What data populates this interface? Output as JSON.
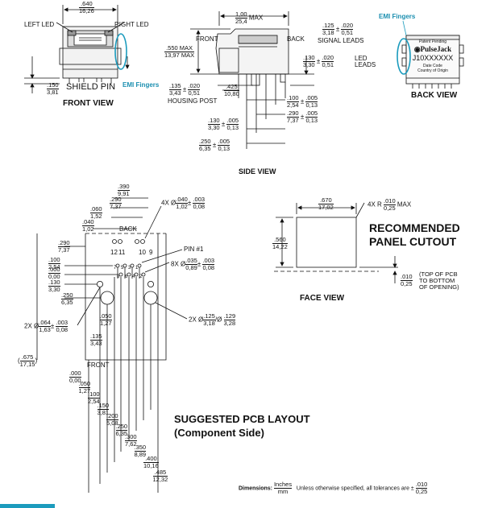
{
  "front_view": {
    "title": "FRONT VIEW",
    "left_led": "LEFT LED",
    "right_led": "RIGHT LED",
    "width_in": ".640",
    "width_mm": "16,26",
    "shield_in": ".150",
    "shield_mm": "3,81",
    "shield_pin": "SHIELD PIN",
    "emi": "EMI Fingers"
  },
  "side_view": {
    "title": "SIDE VIEW",
    "max_in": "1,00",
    "max_mm": "25,4",
    "max_word": "MAX",
    "front": "FRONT",
    "back": "BACK",
    "height_in": ".550 MAX",
    "height_mm": "13,97 MAX",
    "sig_in": ".125",
    "sig_mm": "3,18",
    "sig_tol_in": ".020",
    "sig_tol_mm": "0,51",
    "sig_label": "SIGNAL LEADS",
    "led_in": ".130",
    "led_mm": "3,30",
    "led_tol_in": ".020",
    "led_tol_mm": "0,51",
    "led_label1": "LED",
    "led_label2": "LEADS",
    "housing_in": ".135",
    "housing_mm": "3,43",
    "housing_tol_in": ".020",
    "housing_tol_mm": "0,51",
    "housing_label": "HOUSING POST",
    "d425_in": ".425",
    "d425_mm": "10,80",
    "d100_in": ".100",
    "d100_mm": "2,54",
    "d100_tol_in": ".005",
    "d100_tol_mm": "0,13",
    "d290_in": ".290",
    "d290_mm": "7,37",
    "d290_tol_in": ".005",
    "d290_tol_mm": "0,13",
    "d130_in": ".130",
    "d130_mm": "3,30",
    "d130_tol_in": ".005",
    "d130_tol_mm": "0,13",
    "d250_in": ".250",
    "d250_mm": "6,35",
    "d250_tol_in": ".005",
    "d250_tol_mm": "0,13"
  },
  "back_view": {
    "title": "BACK VIEW",
    "emi": "EMI Fingers",
    "patent": "Patent Pending",
    "brand": "PulseJack",
    "model": "J10XXXXXX",
    "date": "Date Code",
    "country": "Country of Origin"
  },
  "pcb": {
    "title1": "SUGGESTED PCB LAYOUT",
    "title2": "(Component Side)",
    "back": "BACK",
    "front": "FRONT",
    "pin1": "PIN #1",
    "d390_in": ".390",
    "d390_mm": "9,91",
    "d290_in": ".290",
    "d290_mm": "7,37",
    "d060_in": ".060",
    "d060_mm": "1,52",
    "d040_in": ".040",
    "d040_mm": "1,02",
    "left290_in": ".290",
    "left290_mm": "7,37",
    "left100_in": ".100",
    "left100_mm": "2,54",
    "left000_in": ".000",
    "left000_mm": "0,00",
    "left130_in": ".130",
    "left130_mm": "3,30",
    "left250_in": ".250",
    "left250_mm": "6,35",
    "left675_in": ".675",
    "left675_mm": "17,15",
    "inner135_in": ".135",
    "inner135_mm": "3,43",
    "inner050_in": ".050",
    "inner050_mm": "1,27",
    "hole4_prefix": "4X Ø",
    "hole4_in": ".040",
    "hole4_mm": "1,02",
    "hole4_tol_in": ".003",
    "hole4_tol_mm": "0,08",
    "hole8_prefix": "8X Ø",
    "hole8_in": ".035",
    "hole8_mm": "0,89",
    "hole8_tol_in": ".003",
    "hole8_tol_mm": "0,08",
    "hole2a_prefix": "2X Ø",
    "hole2a_in": ".064",
    "hole2a_mm": "1,63",
    "hole2a_tol_in": ".003",
    "hole2a_tol_mm": "0,08",
    "hole2b_prefix": "2X Ø",
    "hole2b_in": ".125",
    "hole2b_mm": "3,18",
    "hole2b_in2": ".129",
    "hole2b_mm2": "3,28",
    "pins_top": [
      "12",
      "11",
      "10",
      "9"
    ],
    "pins_mid": [
      "7",
      "5",
      "3",
      "1"
    ],
    "pins_bot": [
      "8",
      "6",
      "4",
      "2"
    ],
    "bottom_dims": [
      {
        "in": ".000",
        "mm": "0,00"
      },
      {
        "in": ".050",
        "mm": "1,27"
      },
      {
        "in": ".100",
        "mm": "2,54"
      },
      {
        "in": ".150",
        "mm": "3,81"
      },
      {
        "in": ".200",
        "mm": "5,08"
      },
      {
        "in": ".250",
        "mm": "6,35"
      },
      {
        "in": ".300",
        "mm": "7,62"
      },
      {
        "in": ".350",
        "mm": "8,89"
      },
      {
        "in": ".400",
        "mm": "10,16"
      },
      {
        "in": ".485",
        "mm": "12,32"
      }
    ]
  },
  "face_view": {
    "title": "FACE VIEW",
    "heading1": "RECOMMENDED",
    "heading2": "PANEL CUTOUT",
    "w_in": ".670",
    "w_mm": "17,02",
    "h_in": ".560",
    "h_mm": "14,22",
    "r_prefix": "4X R",
    "r_in": ".010",
    "r_mm": "0,25",
    "r_suffix": "MAX",
    "off_in": ".010",
    "off_mm": "0,25",
    "off_label1": "(TOP OF PCB",
    "off_label2": "TO BOTTOM",
    "off_label3": "OF OPENING)"
  },
  "footer": {
    "dims_label": "Dimensions:",
    "inches": "Inches",
    "mm": "mm",
    "tol_text": "Unless otherwise specified, all tolerances are ±",
    "tol_in": ".010",
    "tol_mm": "0,25"
  },
  "colors": {
    "accent": "#1b9bbd",
    "line": "#111111"
  }
}
